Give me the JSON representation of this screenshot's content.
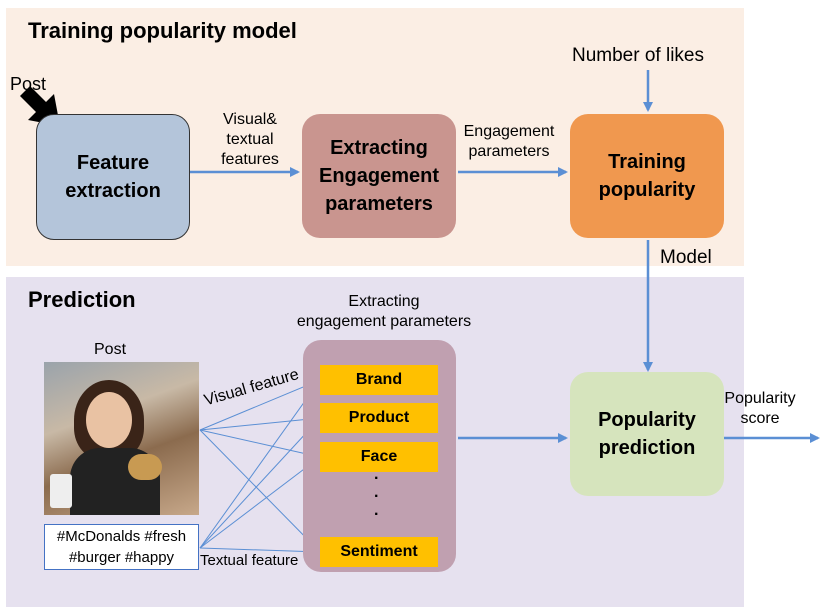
{
  "training": {
    "title": "Training popularity model",
    "post_label": "Post",
    "feature_extraction": [
      "Feature",
      "extraction"
    ],
    "visual_textual_label": [
      "Visual&",
      "textual",
      "features"
    ],
    "extracting_engagement": [
      "Extracting",
      "Engagement",
      "parameters"
    ],
    "engagement_parameters_label": [
      "Engagement",
      "parameters"
    ],
    "training_popularity": [
      "Training",
      "popularity"
    ],
    "number_of_likes": "Number of likes",
    "model_label": "Model"
  },
  "prediction": {
    "title": "Prediction",
    "post_label": "Post",
    "extracting_label": [
      "Extracting",
      "engagement parameters"
    ],
    "visual_feature_label": "Visual feature",
    "textual_feature_label": "Textual feature",
    "hashtags": [
      "#McDonalds #fresh",
      "#burger #happy"
    ],
    "params": [
      "Brand",
      "Product",
      "Face",
      "Sentiment"
    ],
    "popularity_prediction": [
      "Popularity",
      "prediction"
    ],
    "popularity_score": [
      "Popularity",
      "score"
    ]
  },
  "colors": {
    "training_bg": "#fbeee4",
    "prediction_bg": "#e6e1ef",
    "feature_box": "#b4c5da",
    "extract_box": "#c9958f",
    "training_box": "#f0984f",
    "prediction_box": "#d6e4bd",
    "param_bg": "#ffc000",
    "extract_container": "#c0a0b0",
    "arrow": "#5b8fd4"
  }
}
